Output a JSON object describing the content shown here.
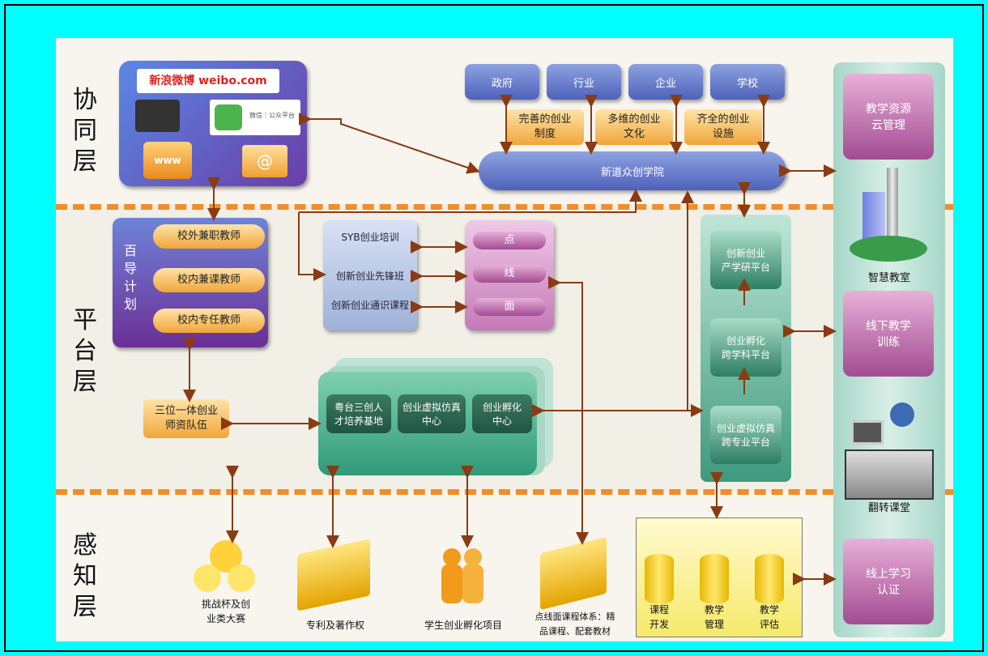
{
  "layers": {
    "collab": "协\n同\n层",
    "platform": "平\n台\n层",
    "perception": "感\n知\n层"
  },
  "collab": {
    "weibo_logo": "新浪微博 weibo.com",
    "wechat_label": "微信｜公众平台",
    "www": "www",
    "gov": "政府",
    "industry": "行业",
    "enterprise": "企业",
    "school": "学校",
    "sys1": "完善的创业\n制度",
    "sys2": "多维的创业\n文化",
    "sys3": "齐全的创业\n设施",
    "academy": "新道众创学院"
  },
  "platform": {
    "baidao": "百\n导\n计\n划",
    "t1": "校外兼职教师",
    "t2": "校内兼课教师",
    "t3": "校内专任教师",
    "team": "三位一体创业\n师资队伍",
    "c1": "SYB创业培训",
    "c2": "创新创业先锋班",
    "c3": "创新创业通识课程",
    "p1": "点",
    "p2": "线",
    "p3": "面",
    "base1": "粤台三创人\n才培养基地",
    "base2": "创业虚拟仿真\n中心",
    "base3": "创业孵化\n中心",
    "r1": "创新创业\n产学研平台",
    "r2": "创业孵化\n跨学科平台",
    "r3": "创业虚拟仿真\n跨专业平台"
  },
  "perception": {
    "i1": "挑战杯及创\n业类大赛",
    "i2": "专利及著作权",
    "i3": "学生创业孵化项目",
    "i4": "点线面课程体系：精\n品课程、配套教材",
    "y1": "课程\n开发",
    "y2": "教学\n管理",
    "y3": "教学\n评估"
  },
  "right": {
    "cloud": "教学资源\n云管理",
    "smart": "智慧教室",
    "offline": "线下教学\n训练",
    "flip": "翻转课堂",
    "online": "线上学习\n认证"
  }
}
